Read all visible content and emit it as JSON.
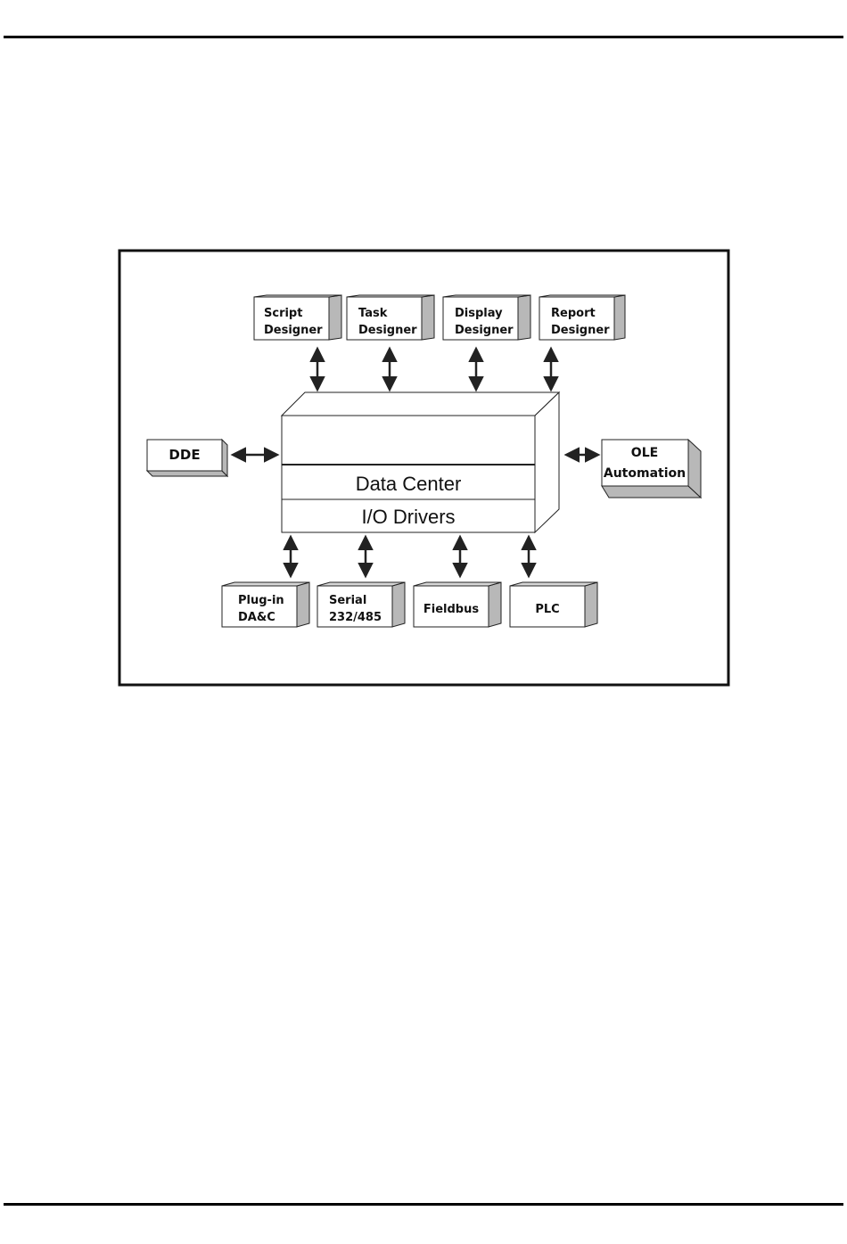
{
  "diagram": {
    "core": {
      "top_label": "",
      "data_center": "Data Center",
      "io_drivers": "I/O Drivers"
    },
    "designers": [
      {
        "line1": "Script",
        "line2": "Designer"
      },
      {
        "line1": "Task",
        "line2": "Designer"
      },
      {
        "line1": "Display",
        "line2": "Designer"
      },
      {
        "line1": "Report",
        "line2": "Designer"
      }
    ],
    "left_box": {
      "line1": "DDE"
    },
    "right_box": {
      "line1": "OLE",
      "line2": "Automation"
    },
    "devices": [
      {
        "line1": "Plug-in",
        "line2": "DA&C"
      },
      {
        "line1": "Serial",
        "line2": "232/485"
      },
      {
        "line1": "Fieldbus",
        "line2": ""
      },
      {
        "line1": "PLC",
        "line2": ""
      }
    ],
    "colors": {
      "box_face": "#ffffff",
      "box_side": "#b8b8b8",
      "box_top": "#d6d6d6",
      "stroke": "#222222"
    }
  }
}
